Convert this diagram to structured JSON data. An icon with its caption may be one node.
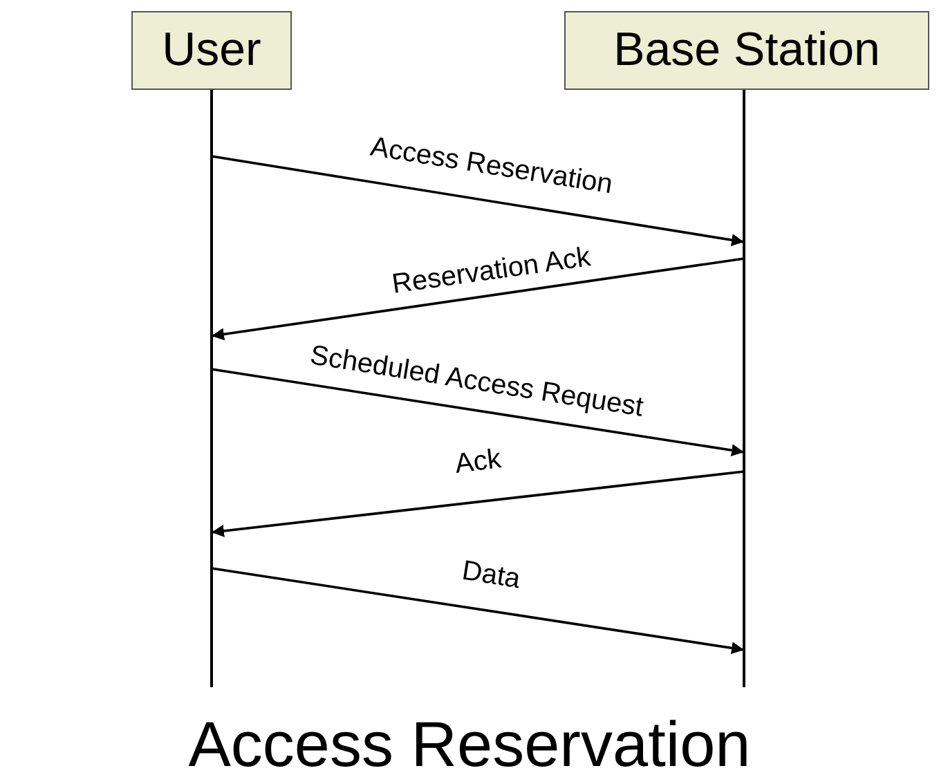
{
  "diagram": {
    "caption": "Access Reservation",
    "nodes": [
      {
        "text": [
          "User"
        ]
      },
      {
        "text": [
          "Base Station"
        ]
      }
    ],
    "edges": [
      {
        "from": 0,
        "to": 1,
        "arrow": "to",
        "label": "Access Reservation"
      },
      {
        "from": 1,
        "to": 0,
        "arrow": "to",
        "label": "Reservation Ack"
      },
      {
        "from": 0,
        "to": 1,
        "arrow": "to",
        "label": "Scheduled Access Request"
      },
      {
        "from": 1,
        "to": 0,
        "arrow": "to",
        "label": "Ack"
      },
      {
        "from": 0,
        "to": 1,
        "arrow": "to",
        "label": "Data"
      }
    ]
  }
}
